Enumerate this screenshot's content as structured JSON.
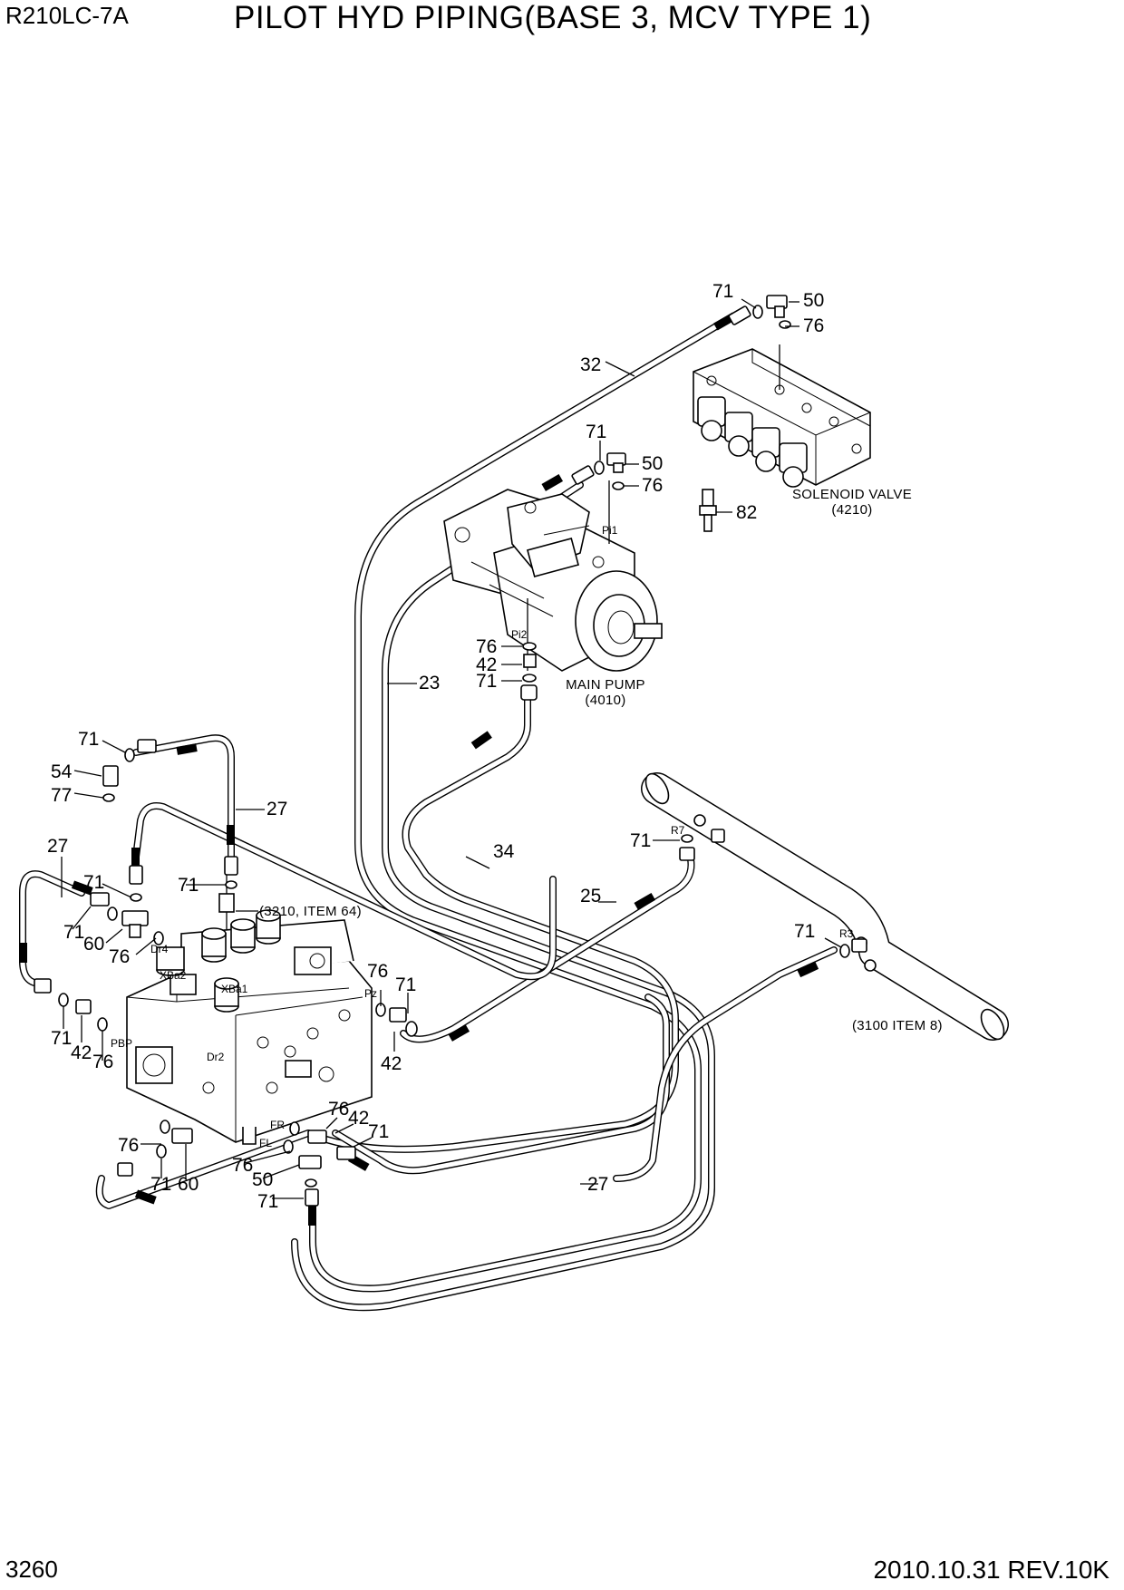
{
  "header": {
    "model": "R210LC-7A",
    "title": "PILOT HYD PIPING(BASE 3, MCV TYPE 1)"
  },
  "footer": {
    "page_number": "3260",
    "revision": "2010.10.31 REV.10K"
  },
  "components": {
    "solenoid_valve": {
      "name": "SOLENOID VALVE",
      "ref": "(4210)"
    },
    "main_pump": {
      "name": "MAIN PUMP",
      "ref": "(4010)"
    },
    "ref_3210": "(3210, ITEM 64)",
    "ref_3100": "(3100 ITEM 8)"
  },
  "port_labels": [
    "Pi1",
    "Pi2",
    "R7",
    "R3",
    "Dr4",
    "XBa2",
    "XBa1",
    "Pz",
    "PBP",
    "Dr2",
    "FR",
    "FL"
  ],
  "callouts": {
    "c1": "71",
    "c2": "50",
    "c3": "76",
    "c4": "32",
    "c5": "71",
    "c6": "50",
    "c7": "76",
    "c8": "82",
    "c9": "76",
    "c10": "42",
    "c11": "71",
    "c12": "23",
    "c13": "71",
    "c14": "54",
    "c15": "77",
    "c16": "27",
    "c17": "27",
    "c18": "71",
    "c19": "71",
    "c20": "71",
    "c21": "60",
    "c22": "76",
    "c23": "34",
    "c24": "71",
    "c25": "25",
    "c26": "71",
    "c27": "76",
    "c28": "71",
    "c29": "42",
    "c30": "76",
    "c31": "71",
    "c32": "42",
    "c33": "76",
    "c34": "42",
    "c35": "71",
    "c36": "76",
    "c37": "76",
    "c38": "50",
    "c39": "71",
    "c40": "71",
    "c41": "60",
    "c42": "27"
  }
}
